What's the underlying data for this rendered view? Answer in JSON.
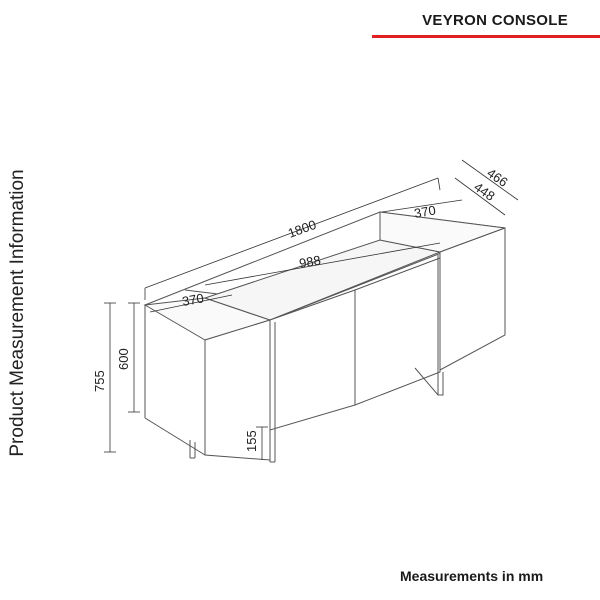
{
  "header": {
    "title": "VEYRON CONSOLE",
    "accent_color": "#e02020"
  },
  "side_label": "Product Measurement Information",
  "footer": "Measurements in mm",
  "dimensions": {
    "total_length": "1800",
    "middle_length": "988",
    "left_section": "370",
    "right_section": "370",
    "depth_outer": "466",
    "depth_inner": "448",
    "total_height": "755",
    "body_height": "600",
    "leg_height": "155"
  }
}
